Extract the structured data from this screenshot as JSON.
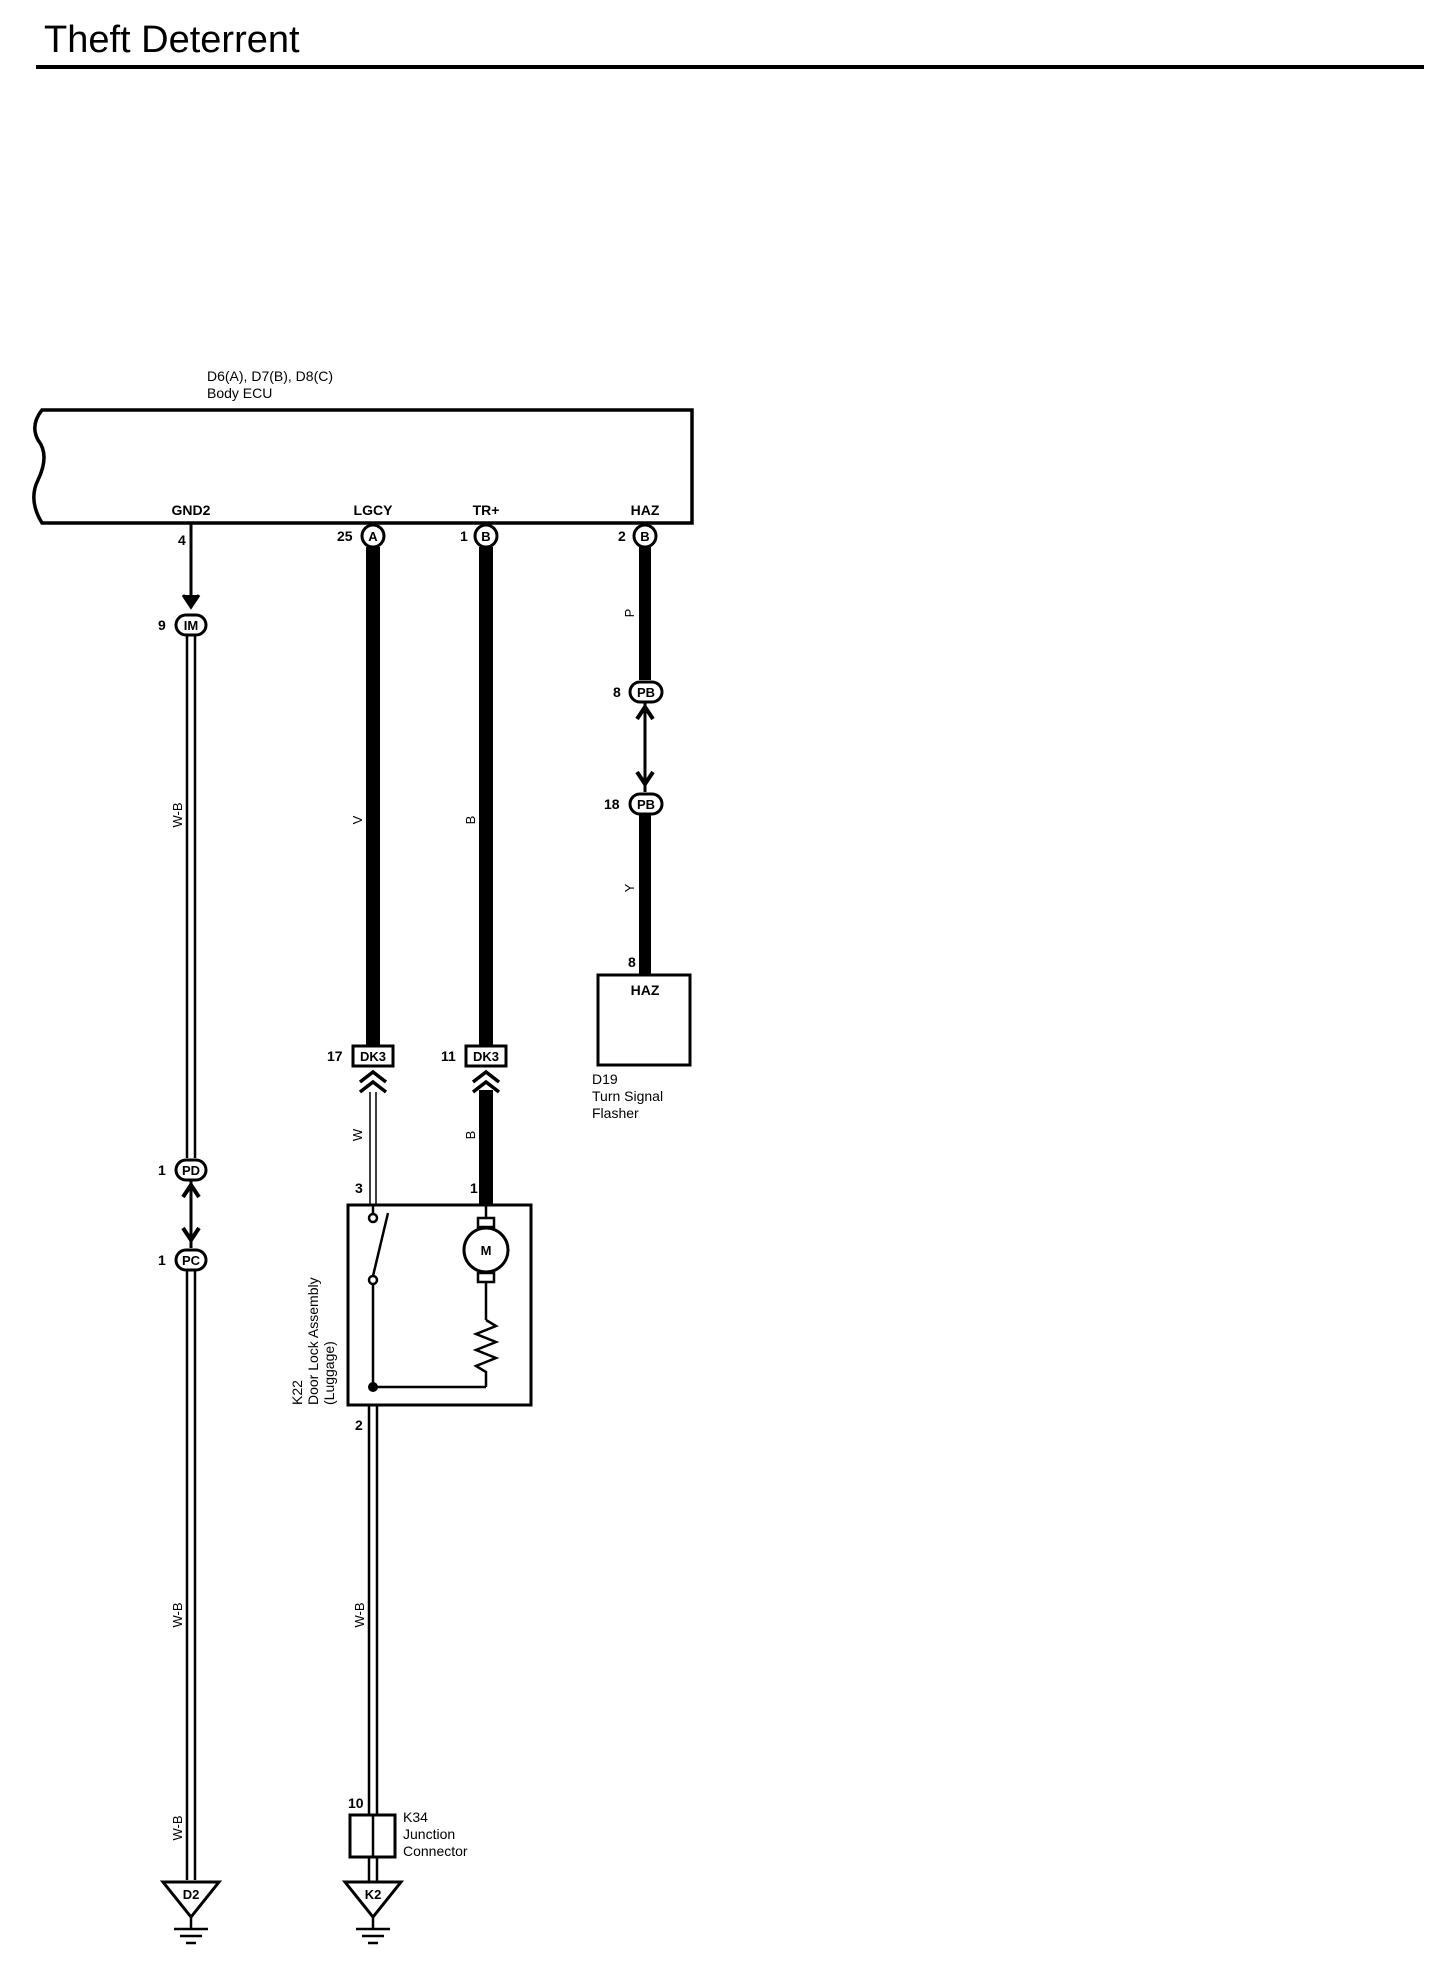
{
  "header": {
    "title": "Theft Deterrent"
  },
  "ecu": {
    "connectors": "D6(A), D7(B), D8(C)",
    "name": "Body ECU",
    "terminals": [
      {
        "name": "GND2",
        "pin": "4",
        "connector": ""
      },
      {
        "name": "LGCY",
        "pin": "25",
        "connector": "A"
      },
      {
        "name": "TR+",
        "pin": "1",
        "connector": "B"
      },
      {
        "name": "HAZ",
        "pin": "2",
        "connector": "B"
      }
    ]
  },
  "splices": {
    "im": {
      "pin": "9",
      "label": "IM"
    },
    "pd": {
      "pin": "1",
      "label": "PD"
    },
    "pc": {
      "pin": "1",
      "label": "PC"
    },
    "pb1": {
      "pin": "8",
      "label": "PB"
    },
    "pb2": {
      "pin": "18",
      "label": "PB"
    },
    "dk3a": {
      "pin": "17",
      "label": "DK3"
    },
    "dk3b": {
      "pin": "11",
      "label": "DK3"
    }
  },
  "wires": {
    "gnd_upper": "W-B",
    "gnd_mid": "W-B",
    "gnd_lower": "W-B",
    "lgcy": "V",
    "lgcy_lower": "W",
    "trp": "B",
    "trp_lower": "B",
    "haz_upper": "P",
    "haz_lower": "Y",
    "lock_ground": "W-B"
  },
  "flasher": {
    "pin": "8",
    "terminal": "HAZ",
    "id": "D19",
    "line1": "Turn Signal",
    "line2": "Flasher"
  },
  "door_lock": {
    "pin_switch": "3",
    "pin_motor": "1",
    "pin_ground": "2",
    "motor_label": "M",
    "id": "K22",
    "line1": "Door Lock Assembly",
    "line2": "(Luggage)"
  },
  "junction": {
    "pin": "10",
    "id": "K34",
    "line1": "Junction",
    "line2": "Connector"
  },
  "grounds": [
    {
      "label": "D2"
    },
    {
      "label": "K2"
    }
  ]
}
